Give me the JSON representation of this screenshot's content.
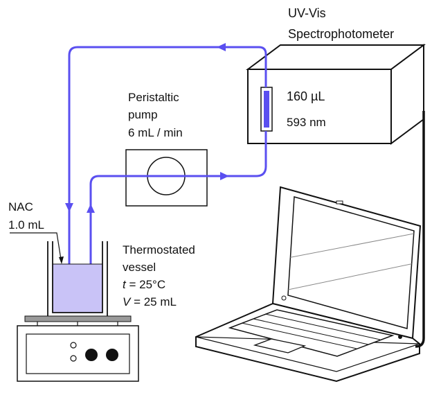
{
  "spectrophotometer": {
    "title_line1": "UV-Vis",
    "title_line2": "Spectrophotometer",
    "volume": "160  µL",
    "wavelength": "593 nm"
  },
  "pump": {
    "line1": "Peristaltic",
    "line2": "pump",
    "line3": "6 mL / min"
  },
  "reagent": {
    "line1": "NAC",
    "line2": "1.0 mL"
  },
  "vessel": {
    "line1": "Thermostated",
    "line2": "vessel",
    "t_var": "t",
    "t_rest": " = 25°C",
    "v_var": "V",
    "v_rest": " = 25 mL"
  },
  "colors": {
    "tubing": "#5a4ff0",
    "liquid": "#c9c3f7",
    "outline": "#111111"
  }
}
